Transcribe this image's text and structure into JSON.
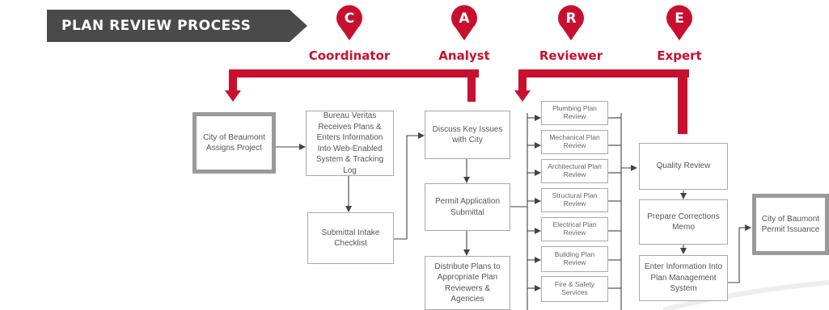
{
  "banner": {
    "title": "PLAN REVIEW PROCESS"
  },
  "roles": [
    {
      "letter": "C",
      "name": "Coordinator"
    },
    {
      "letter": "A",
      "name": "Analyst"
    },
    {
      "letter": "R",
      "name": "Reviewer"
    },
    {
      "letter": "E",
      "name": "Expert"
    }
  ],
  "steps": {
    "assign": "City of Beaumont Assigns Project",
    "receive": "Bureau Veritas Receives Plans & Enters Information Into Web-Enabled System & Tracking Log",
    "checklist": "Submittal Intake Checklist",
    "discuss": "Discuss Key Issues with City",
    "permit_app": "Permit Application Submittal",
    "distribute": "Distribute Plans to Appropriate Plan Reviewers & Agencies",
    "quality": "Quality Review",
    "corrections": "Prepare Corrections Memo",
    "enter_info": "Enter Information Into Plan Management System",
    "issuance": "City of Baumont Permit Issuance"
  },
  "reviews": [
    "Plumbing Plan Review",
    "Mechanical Plan Review",
    "Architectural Plan Review",
    "Structural Plan Review",
    "Electrical Plan Review",
    "Building Plan Review",
    "Fire & Safety Services"
  ],
  "colors": {
    "accent": "#c8102e",
    "banner": "#4a4a4a",
    "box_border": "#a9a9a9",
    "arrow": "#444444"
  }
}
